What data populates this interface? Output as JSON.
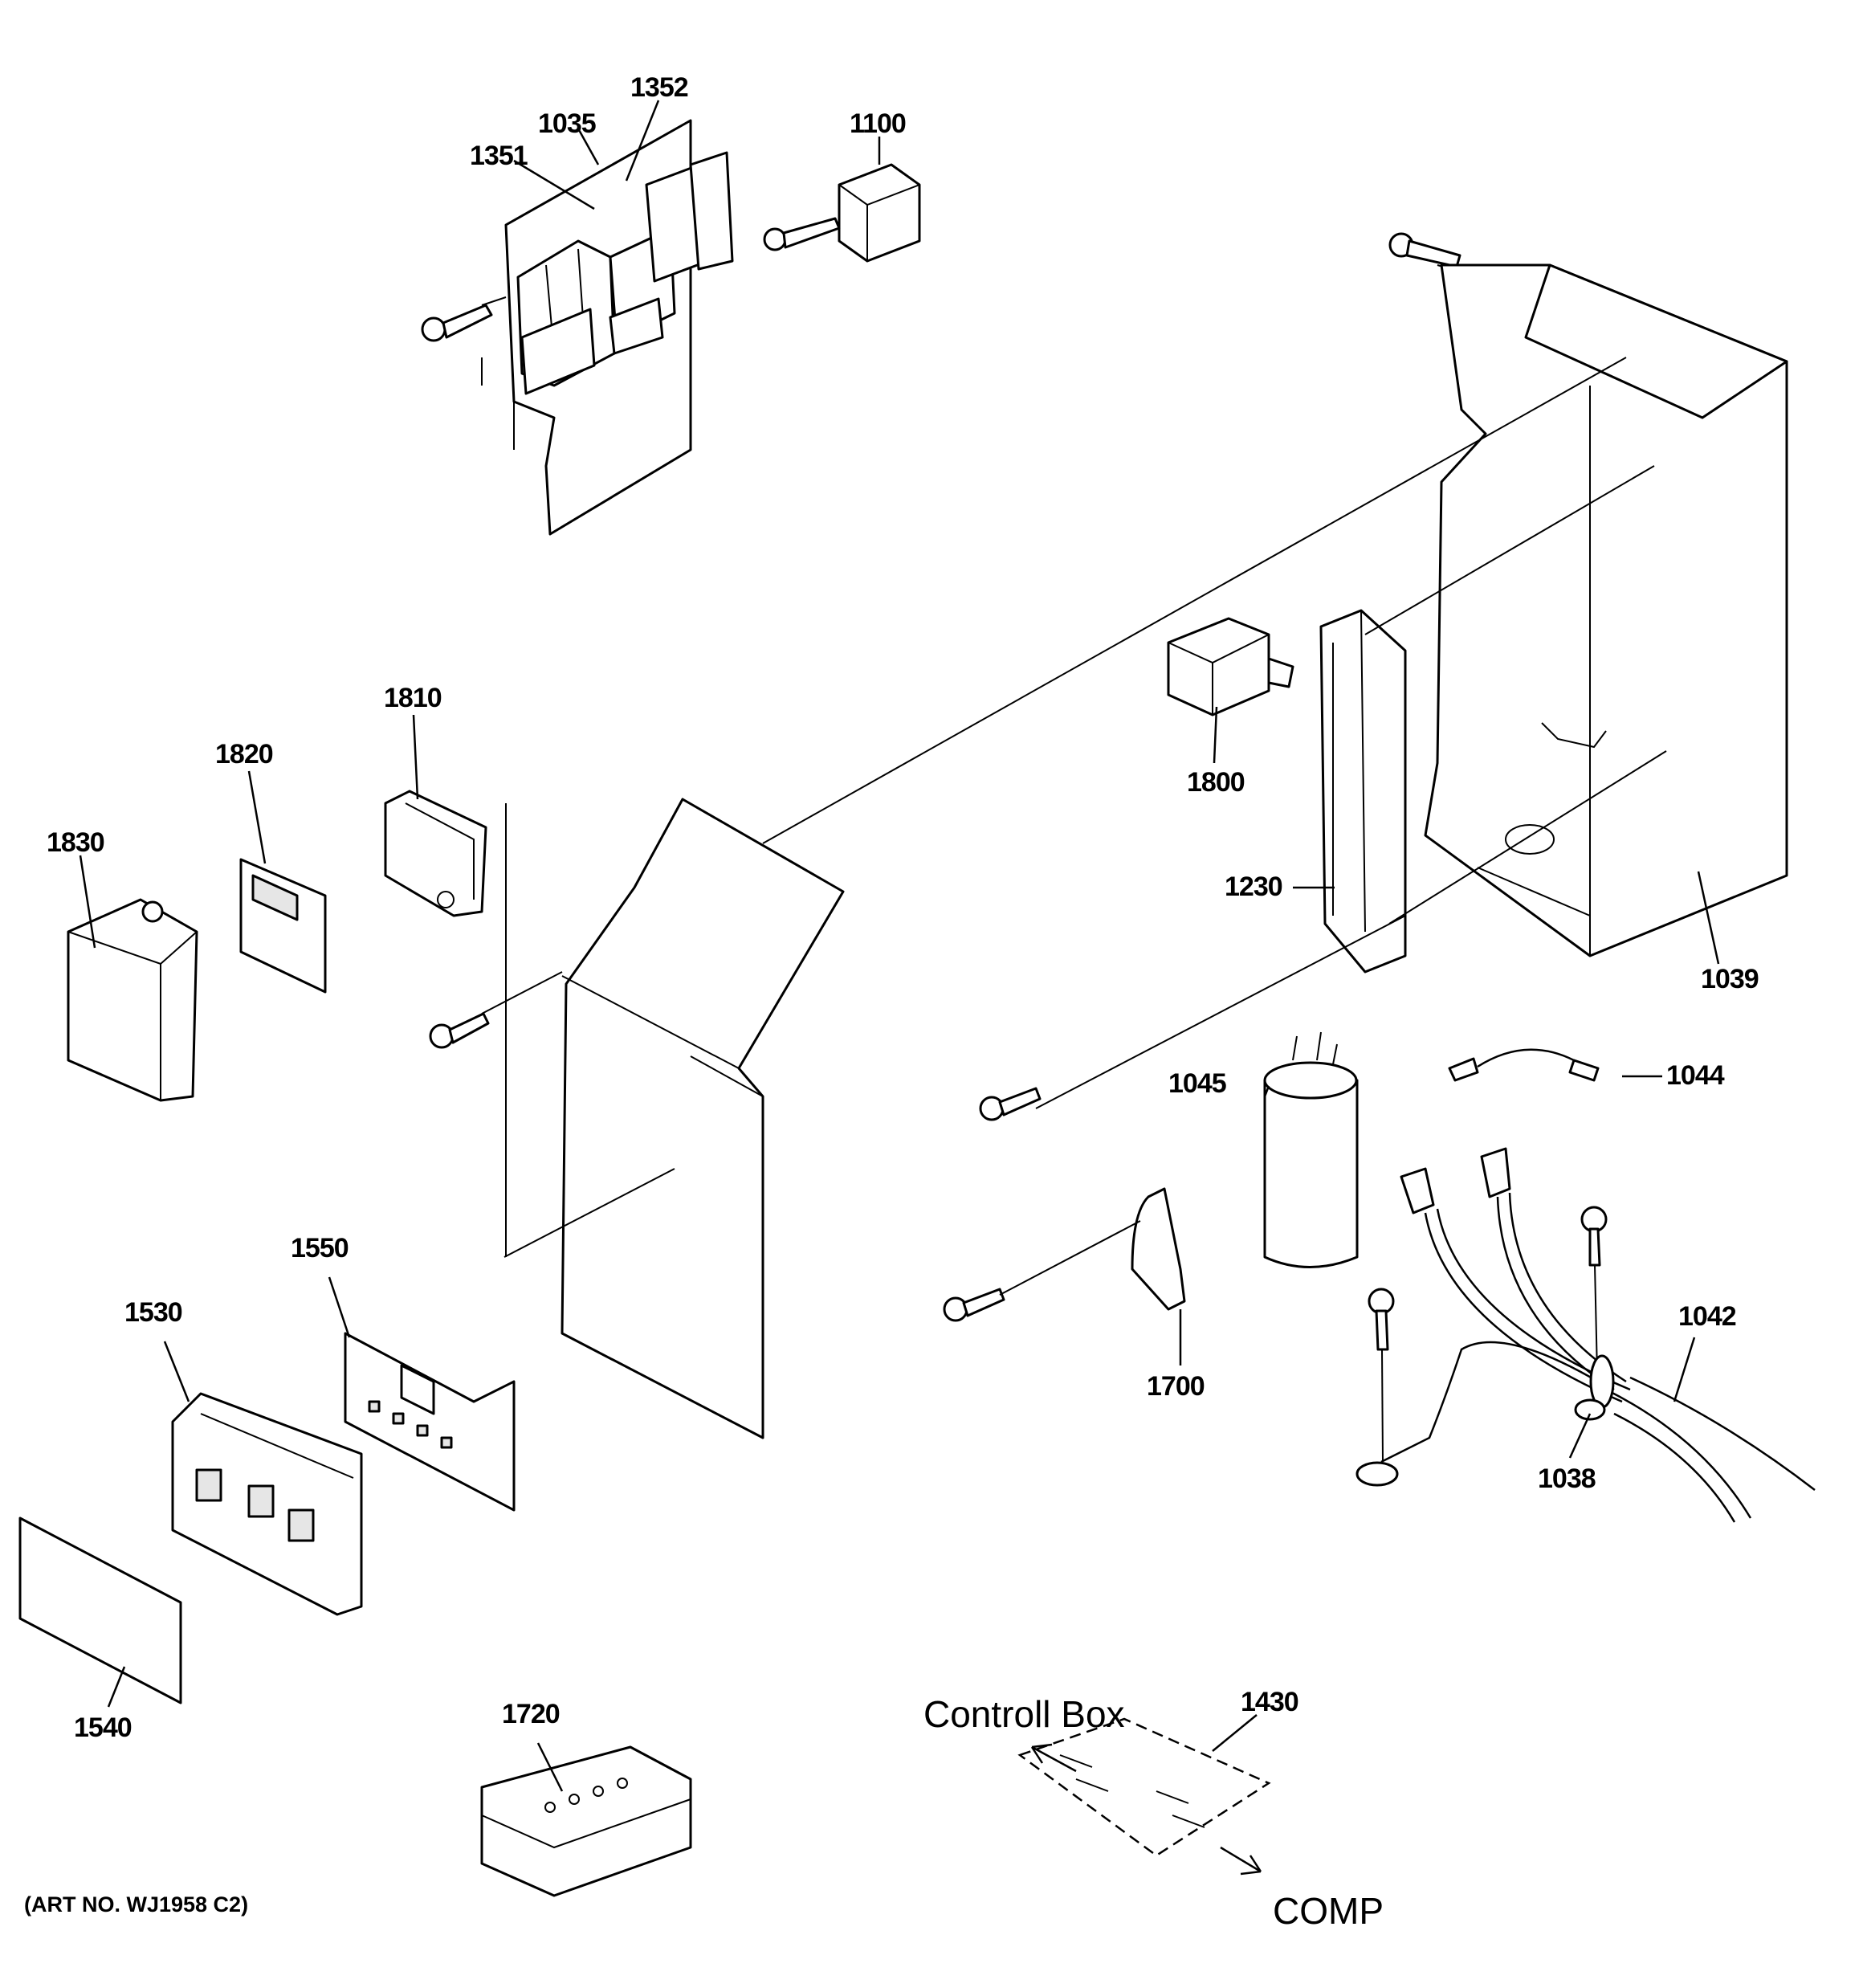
{
  "callouts": {
    "c1352": "1352",
    "c1035": "1035",
    "c1351": "1351",
    "c1100": "1100",
    "c1810": "1810",
    "c1820": "1820",
    "c1830": "1830",
    "c1800": "1800",
    "c1230": "1230",
    "c1039": "1039",
    "c1045": "1045",
    "c1044": "1044",
    "c1042": "1042",
    "c1038": "1038",
    "c1700": "1700",
    "c1550": "1550",
    "c1530": "1530",
    "c1540": "1540",
    "c1720": "1720",
    "c1430": "1430"
  },
  "labels": {
    "control_box": "Controll Box",
    "comp": "COMP",
    "art_no": "(ART NO. WJ1958 C2)"
  }
}
